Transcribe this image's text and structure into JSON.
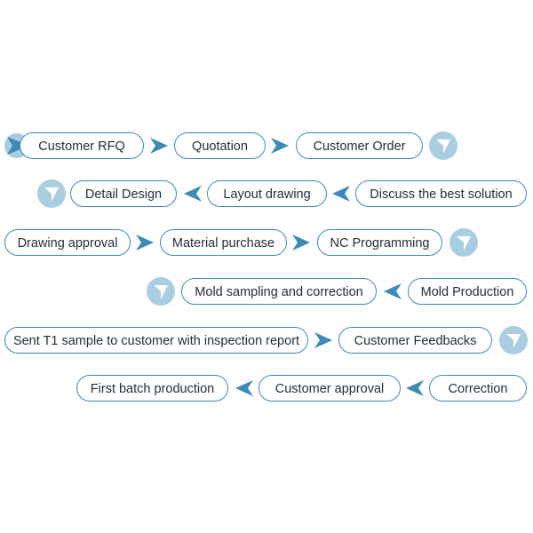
{
  "colors": {
    "border": "#3b8ab7",
    "arrow": "#3b8ab7",
    "badge": "#a9cde1",
    "badge_mark": "#ffffff",
    "text": "#1f2d3a"
  },
  "icons": {
    "start": "play-arrow-icon",
    "next_right": "triangle-right-icon",
    "next_left": "triangle-left-icon",
    "turn_down": "chevron-down-badge-icon"
  },
  "steps": [
    {
      "id": "s1",
      "label": "Customer RFQ"
    },
    {
      "id": "s2",
      "label": "Quotation"
    },
    {
      "id": "s3",
      "label": "Customer Order"
    },
    {
      "id": "s4",
      "label": "Discuss the best solution"
    },
    {
      "id": "s5",
      "label": "Layout drawing"
    },
    {
      "id": "s6",
      "label": "Detail Design"
    },
    {
      "id": "s7",
      "label": "Drawing approval"
    },
    {
      "id": "s8",
      "label": "Material purchase"
    },
    {
      "id": "s9",
      "label": "NC Programming"
    },
    {
      "id": "s10",
      "label": "Mold Production"
    },
    {
      "id": "s11",
      "label": "Mold sampling and correction"
    },
    {
      "id": "s12",
      "label": "Sent T1 sample to customer with inspection report"
    },
    {
      "id": "s13",
      "label": "Customer Feedbacks"
    },
    {
      "id": "s14",
      "label": "Correction"
    },
    {
      "id": "s15",
      "label": "Customer approval"
    },
    {
      "id": "s16",
      "label": "First batch production"
    }
  ]
}
